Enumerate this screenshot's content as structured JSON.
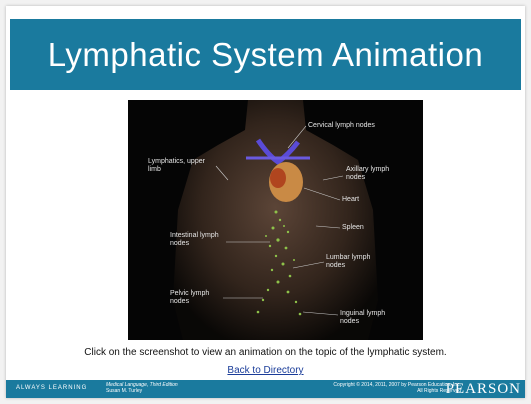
{
  "header": {
    "title": "Lymphatic System Animation"
  },
  "screenshot": {
    "labels": {
      "cervical": "Cervical lymph nodes",
      "lymphatics": "Lymphatics, upper limb",
      "axillary": "Axillary lymph nodes",
      "heart": "Heart",
      "spleen": "Spleen",
      "intestinal": "Intestinal lymph nodes",
      "lumbar": "Lumbar lymph nodes",
      "pelvic": "Pelvic lymph nodes",
      "inguinal": "Inguinal lymph nodes"
    }
  },
  "caption": "Click on the screenshot to view an animation on the topic of the lymphatic system.",
  "back_link": "Back to Directory",
  "footer": {
    "always_learning": "ALWAYS LEARNING",
    "book_title": "Medical Language, Third Edition",
    "book_author": "Susan M. Turley",
    "copyright": "Copyright © 2014, 2011, 2007 by Pearson Education, Inc.",
    "rights": "All Rights Reserved",
    "brand": "PEARSON"
  },
  "colors": {
    "header_bg": "#1a7a9e",
    "link": "#1a3c99"
  }
}
